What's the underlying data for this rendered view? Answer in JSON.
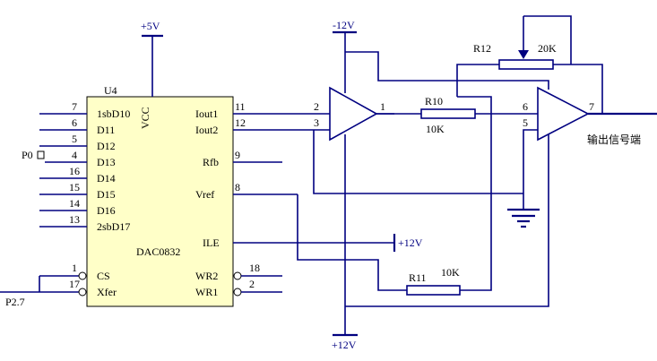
{
  "chip": {
    "ref": "U4",
    "part": "DAC0832",
    "vcc": "VCC",
    "left_pins": [
      {
        "num": "7",
        "label": "1sbD10"
      },
      {
        "num": "6",
        "label": "D11"
      },
      {
        "num": "5",
        "label": "D12"
      },
      {
        "num": "4",
        "label": "D13"
      },
      {
        "num": "16",
        "label": "D14"
      },
      {
        "num": "15",
        "label": "D15"
      },
      {
        "num": "14",
        "label": "D16"
      },
      {
        "num": "13",
        "label": "2sbD17"
      }
    ],
    "right_pins": [
      {
        "num": "11",
        "label": "Iout1"
      },
      {
        "num": "12",
        "label": "Iout2"
      },
      {
        "num": "9",
        "label": "Rfb"
      },
      {
        "num": "8",
        "label": "Vref"
      },
      {
        "num": "",
        "label": "ILE"
      }
    ],
    "ctrl_left": [
      {
        "num": "1",
        "label": "CS"
      },
      {
        "num": "17",
        "label": "Xfer"
      }
    ],
    "ctrl_right": [
      {
        "num": "18",
        "label": "WR2"
      },
      {
        "num": "2",
        "label": "WR1"
      }
    ]
  },
  "nets": {
    "vcc": "+5V",
    "neg_supply": "-12V",
    "pos_supply_bottom": "+12V",
    "ile_supply": "+12V",
    "port0": "P0",
    "p27": "P2.7",
    "output": "输出信号端"
  },
  "opamp1": {
    "in_neg": "2",
    "in_pos": "3",
    "out": "1"
  },
  "opamp2": {
    "in_neg": "6",
    "in_pos": "5",
    "out": "7"
  },
  "resistors": {
    "r10": {
      "ref": "R10",
      "value": "10K"
    },
    "r11": {
      "ref": "R11",
      "value": "10K"
    },
    "r12": {
      "ref": "R12",
      "value": "20K"
    }
  },
  "colors": {
    "wire": "#000080",
    "chip_fill": "#ffffc8",
    "background": "#ffffff"
  }
}
